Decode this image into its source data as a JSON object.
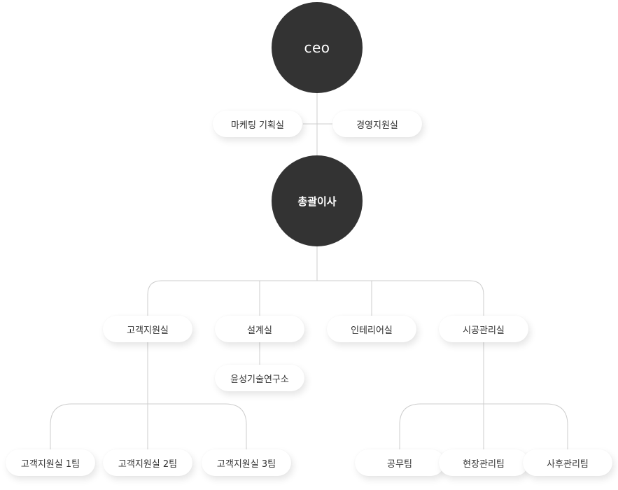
{
  "org_chart": {
    "ceo": "ceo",
    "staff_left": "마케팅 기획실",
    "staff_right": "경영지원실",
    "director": "총괄이사",
    "departments": [
      "고객지원실",
      "설계실",
      "인테리어실",
      "시공관리실"
    ],
    "design_sub": "윤성기술연구소",
    "customer_teams": [
      "고객지원실 1팀",
      "고객지원실 2팀",
      "고객지원실 3팀"
    ],
    "construction_teams": [
      "공무팀",
      "현장관리팀",
      "사후관리팀"
    ]
  },
  "colors": {
    "circle_fill": "#333333",
    "circle_text": "#ffffff",
    "pill_fill": "#ffffff",
    "pill_text": "#333333",
    "connector_line": "#cccccc"
  }
}
